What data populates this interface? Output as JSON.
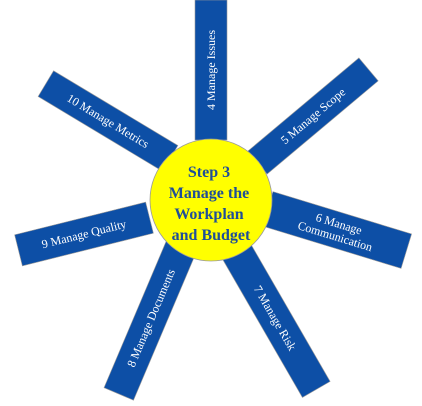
{
  "hub": {
    "lines": [
      "Step 3",
      "Manage the",
      "Workplan",
      "and Budget"
    ],
    "fill": "#ffff00",
    "text_color": "#1f4e99"
  },
  "colors": {
    "spoke_fill": "#0d4fa6",
    "spoke_text": "#ffffff",
    "border": "#9a9a9a"
  },
  "spokes": [
    {
      "id": "issues",
      "lines": [
        "4 Manage Issues"
      ]
    },
    {
      "id": "scope",
      "lines": [
        "5 Manage Scope"
      ]
    },
    {
      "id": "communication",
      "lines": [
        "6 Manage",
        "Communication"
      ]
    },
    {
      "id": "risk",
      "lines": [
        "7 Manage Risk"
      ]
    },
    {
      "id": "documents",
      "lines": [
        "8 Manage Documents"
      ]
    },
    {
      "id": "quality",
      "lines": [
        "9 Manage Quality"
      ]
    },
    {
      "id": "metrics",
      "lines": [
        "10 Manage Metrics"
      ]
    }
  ]
}
